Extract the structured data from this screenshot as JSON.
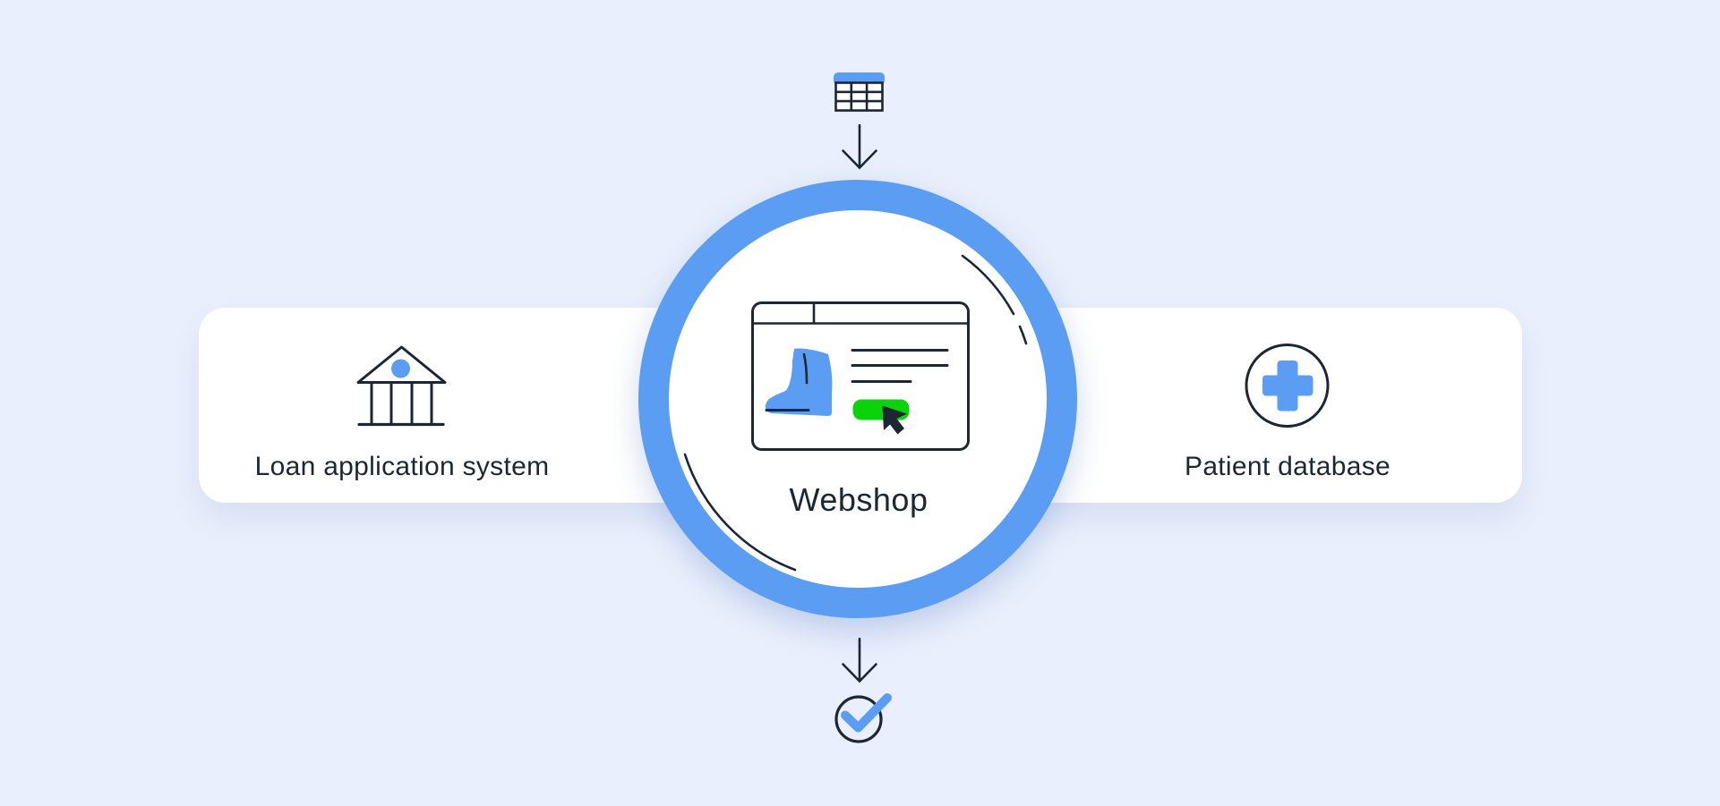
{
  "diagram": {
    "input_icon": "spreadsheet-table-icon",
    "flow_top_icon": "arrow-down-icon",
    "center_node": {
      "label": "Webshop",
      "icon": "webshop-browser-window-illustration",
      "illustration_parts": [
        "browser-tab-bar",
        "blue-boot-product-image",
        "text-lines",
        "green-buy-button",
        "cursor-arrow-icon"
      ],
      "decoration": "arc-strokes"
    },
    "left_node": {
      "label": "Loan application system",
      "icon": "bank-building-icon"
    },
    "right_node": {
      "label": "Patient database",
      "icon": "medical-cross-icon"
    },
    "flow_bottom_icon": "arrow-down-icon",
    "output_icon": "checkmark-circle-icon"
  },
  "colors": {
    "background": "#E9EFFC",
    "card": "#FFFFFF",
    "accent_blue": "#5B9DF3",
    "ink": "#1B2733",
    "green": "#0BD30B"
  }
}
